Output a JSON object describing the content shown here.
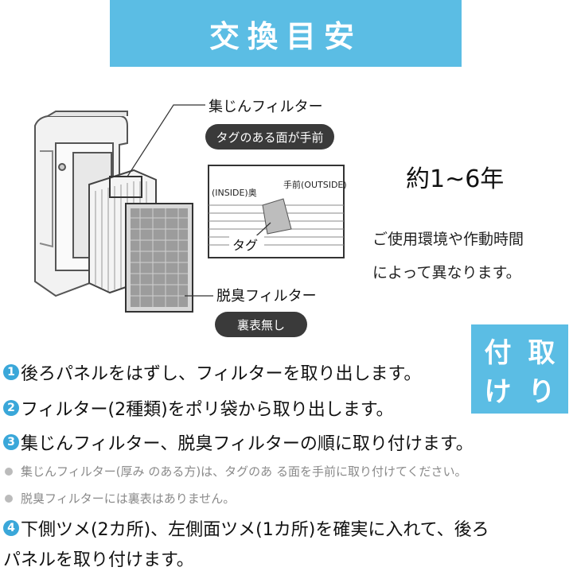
{
  "banner": {
    "title": "交換目安"
  },
  "illustration": {
    "dust_filter_label": "集じんフィルター",
    "dust_filter_pill": "タグのある面が手前",
    "deodorant_filter_label": "脱臭フィルター",
    "deodorant_filter_pill": "裏表無し",
    "inside_text": "(INSIDE)奥",
    "outside_text": "手前(OUTSIDE)",
    "tag_label": "タグ"
  },
  "replacement": {
    "period": "約1~6年",
    "note_line1": "ご使用環境や作動時間",
    "note_line2": "によって異なります。"
  },
  "badge": {
    "chars": [
      "付",
      "取",
      "け",
      "り"
    ]
  },
  "steps": {
    "s1_num": "1",
    "s1_text": "後ろパネルをはずし、フィルターを取り出します。",
    "s2_num": "2",
    "s2_text": "フィルター(2種類)をポリ袋から取り出します。",
    "s3_num": "3",
    "s3_text": "集じんフィルター、脱臭フィルターの順に取り付けます。",
    "b1_text": "集じんフィルター(厚み のある方)は、タグのあ る面を手前に取り付けてください。",
    "b2_text": "脱臭フィルターには裏表はありません。",
    "s4_num": "4",
    "s4_line1": "下側ツメ(2カ所)、左側面ツメ(1カ所)を確実に入れて、後ろ",
    "s4_line2": "パネルを取り付けます。"
  },
  "colors": {
    "accent": "#5bbde4",
    "number_circle": "#3aa7d9",
    "pill": "#3a3a3a"
  }
}
